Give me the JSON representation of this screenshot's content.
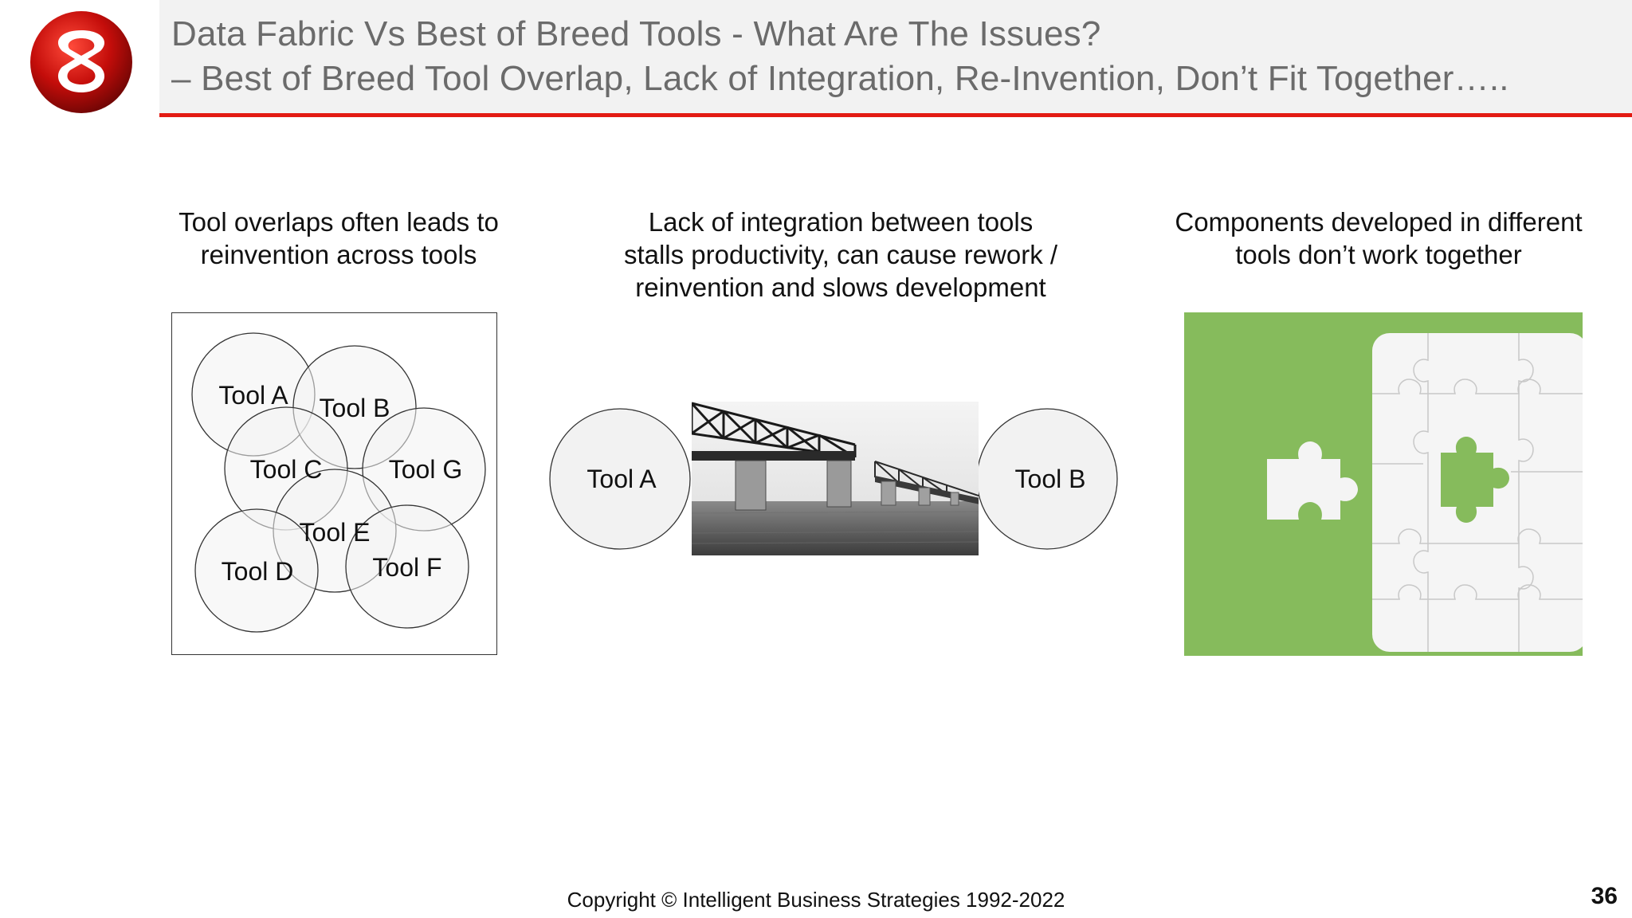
{
  "header": {
    "title_line_1": "Data Fabric Vs Best of Breed Tools - What Are The Issues?",
    "title_line_2": "– Best of Breed Tool Overlap, Lack of Integration, Re-Invention, Don’t Fit Together…..",
    "accent_color": "#e31b13",
    "band_color": "#f2f2f2"
  },
  "panels": {
    "overlap": {
      "caption_line_1": "Tool overlaps often leads to",
      "caption_line_2": "reinvention across tools",
      "tools": [
        "Tool A",
        "Tool B",
        "Tool C",
        "Tool G",
        "Tool E",
        "Tool D",
        "Tool F"
      ]
    },
    "integration": {
      "caption_line_1": "Lack of integration between tools",
      "caption_line_2": "stalls productivity, can cause rework /",
      "caption_line_3": "reinvention and slows development",
      "left_tool": "Tool A",
      "right_tool": "Tool B"
    },
    "fit": {
      "caption_line_1": "Components developed in different",
      "caption_line_2": "tools don’t work together",
      "background_color": "#86bb5c"
    }
  },
  "footer": {
    "copyright": "Copyright © Intelligent Business Strategies 1992-2022",
    "page_number": "36"
  }
}
